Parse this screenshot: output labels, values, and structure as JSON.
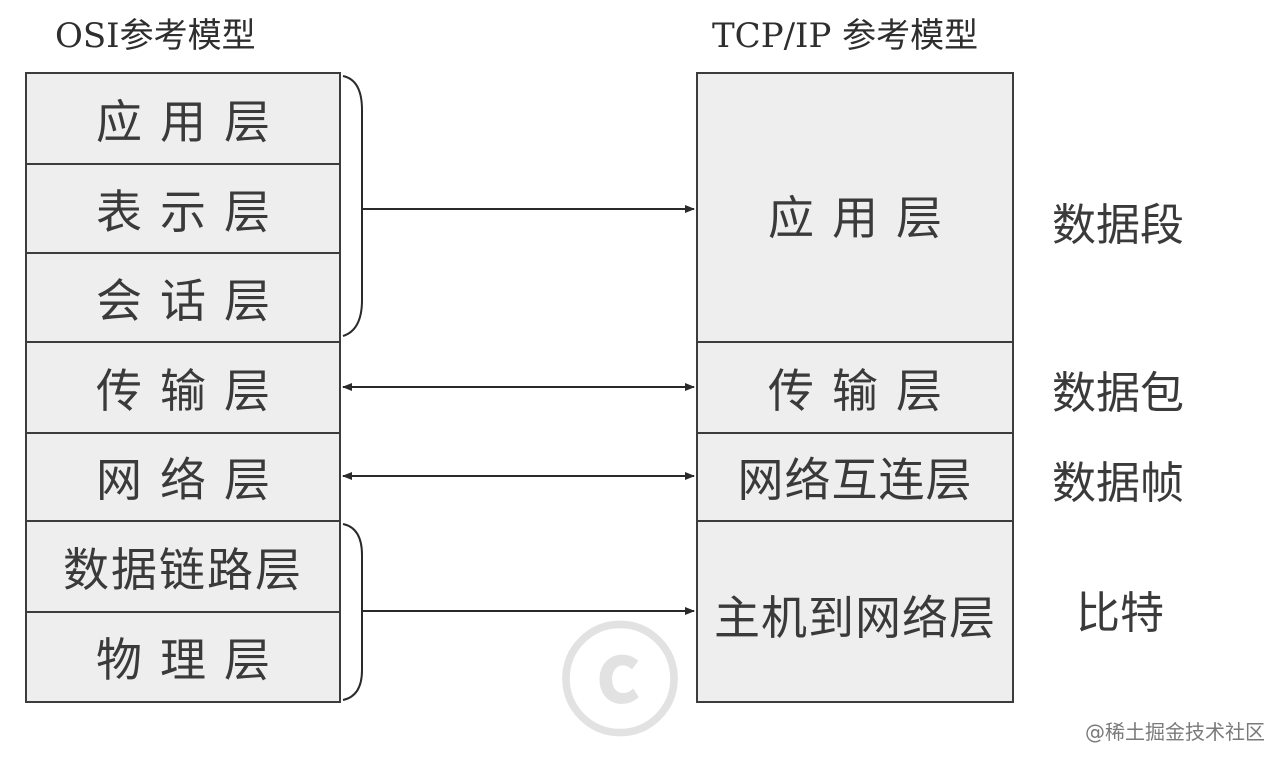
{
  "osi": {
    "title": "OSI参考模型",
    "layers": [
      "应用层",
      "表示层",
      "会话层",
      "传输层",
      "网络层",
      "数据链路层",
      "物理层"
    ]
  },
  "tcpip": {
    "title": "TCP/IP 参考模型",
    "layers": [
      "应用层",
      "传输层",
      "网络互连层",
      "主机到网络层"
    ]
  },
  "units": [
    "数据段",
    "数据包",
    "数据帧",
    "比特"
  ],
  "watermark": "@稀土掘金技术社区"
}
